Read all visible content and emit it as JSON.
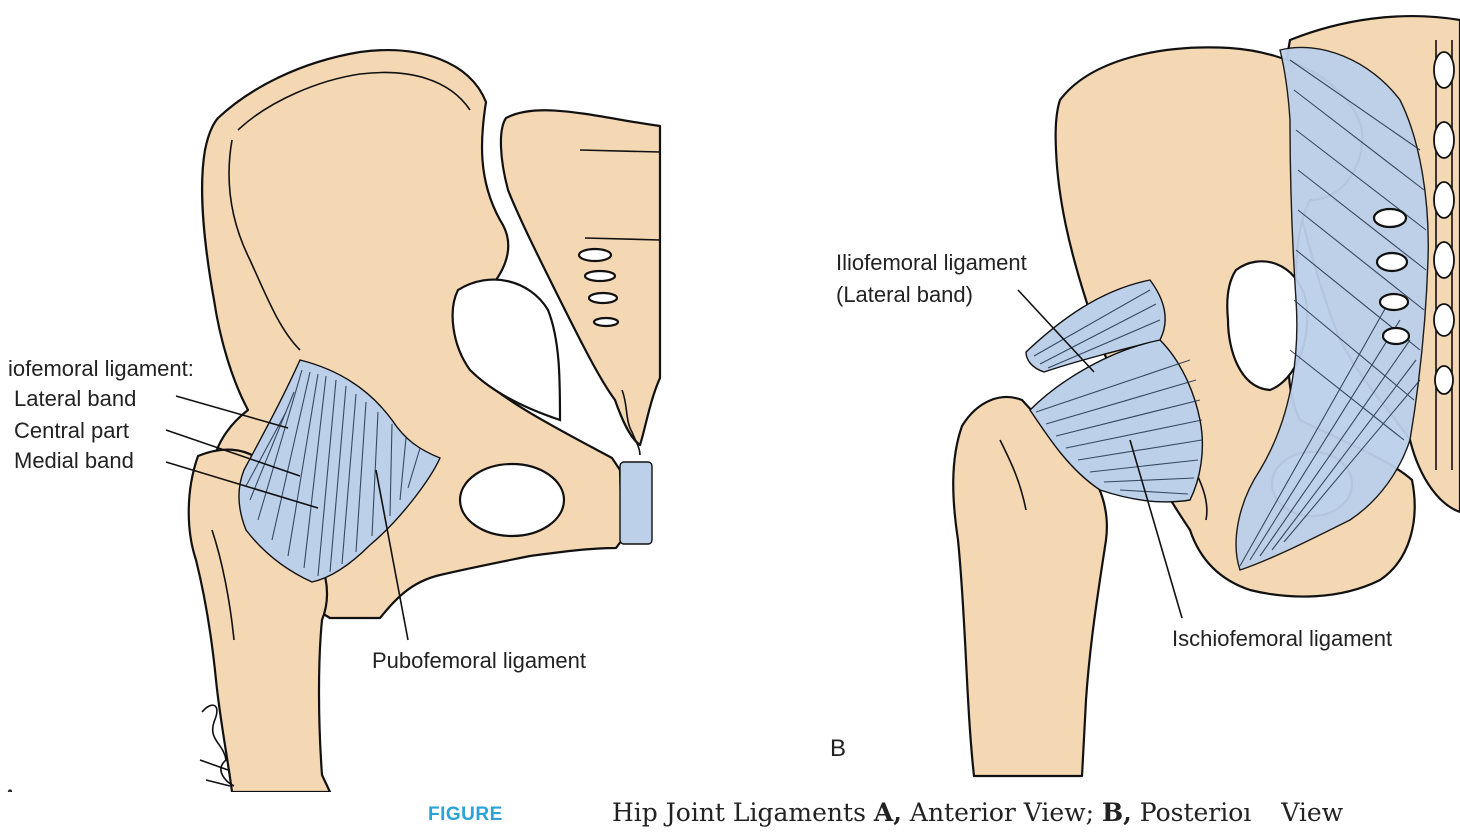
{
  "panel_a": {
    "letter": "A",
    "labels": {
      "iliofemoral_header": "iofemoral ligament:",
      "lateral_band": "Lateral band",
      "central_part": "Central part",
      "medial_band": "Medial band",
      "pubofemoral": "Pubofemoral ligament"
    }
  },
  "panel_b": {
    "letter": "B",
    "labels": {
      "iliofemoral_line1": "Iliofemoral ligament",
      "iliofemoral_line2": "(Lateral band)",
      "ischiofemoral": "Ischiofemoral ligament"
    }
  },
  "caption": {
    "tag": "FIGURE",
    "lead": "Hip Joint Ligaments ",
    "a": "A,",
    "a_text": " Anterior View; ",
    "b": "B,",
    "b_text": " Posterioı",
    "tail": "View"
  },
  "colors": {
    "bone": "#f4d7b3",
    "ligament": "#bcd0ea",
    "caption_tag": "#2aa3d6"
  }
}
